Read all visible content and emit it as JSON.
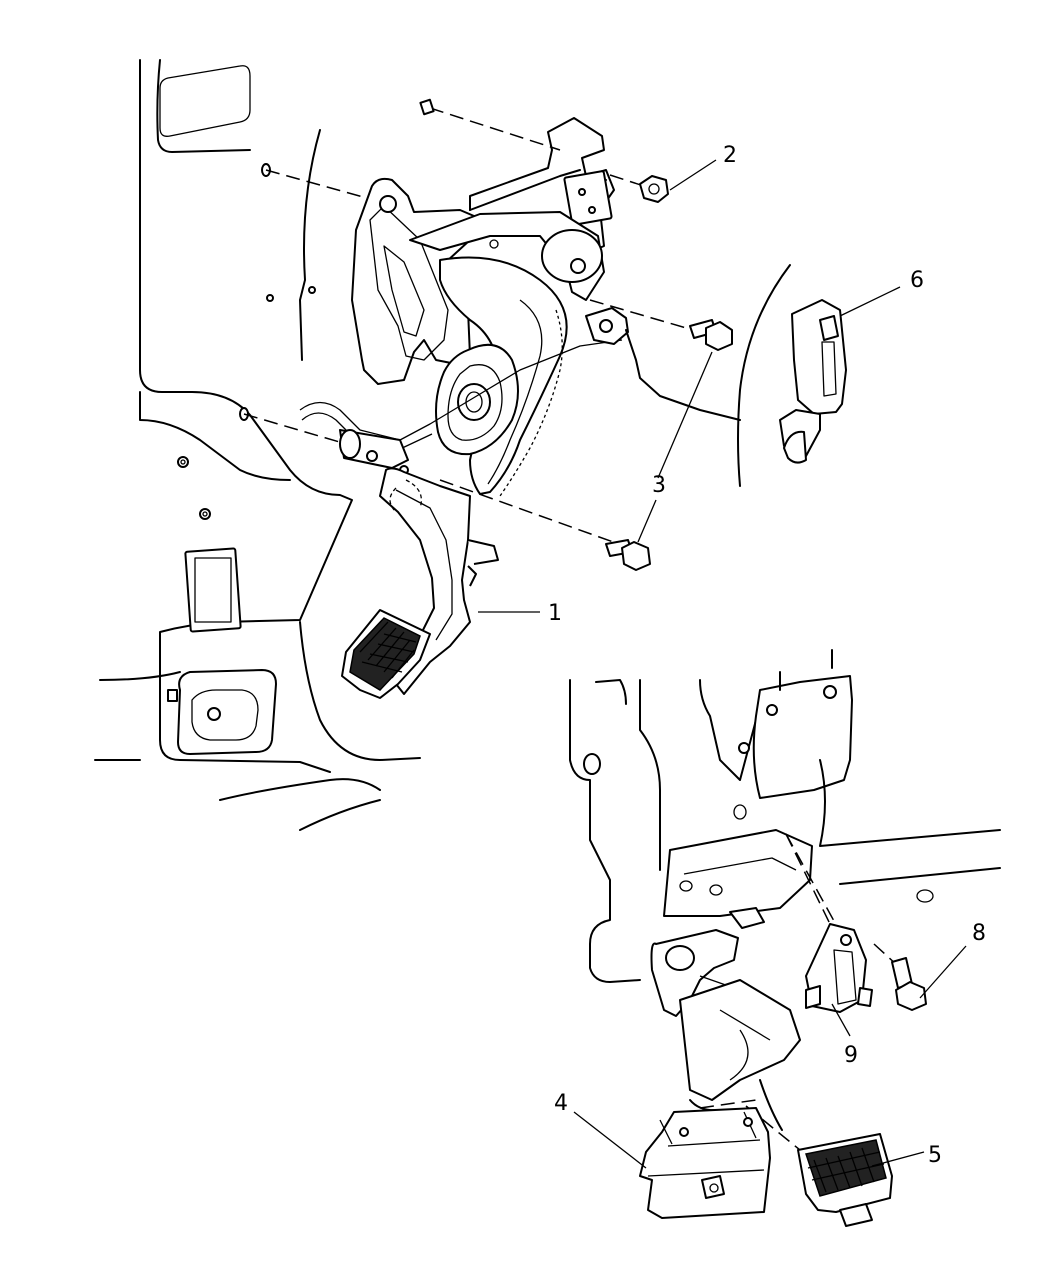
{
  "callouts": [
    {
      "number": "1",
      "part": "parking-brake-pedal-assembly"
    },
    {
      "number": "2",
      "part": "nut"
    },
    {
      "number": "3",
      "part": "bolt"
    },
    {
      "number": "4",
      "part": "pedal-pad-cover"
    },
    {
      "number": "5",
      "part": "pedal-pad"
    },
    {
      "number": "6",
      "part": "release-handle"
    },
    {
      "number": "8",
      "part": "bolt"
    },
    {
      "number": "9",
      "part": "bracket"
    }
  ],
  "colors": {
    "line": "#000000",
    "background": "#ffffff"
  }
}
